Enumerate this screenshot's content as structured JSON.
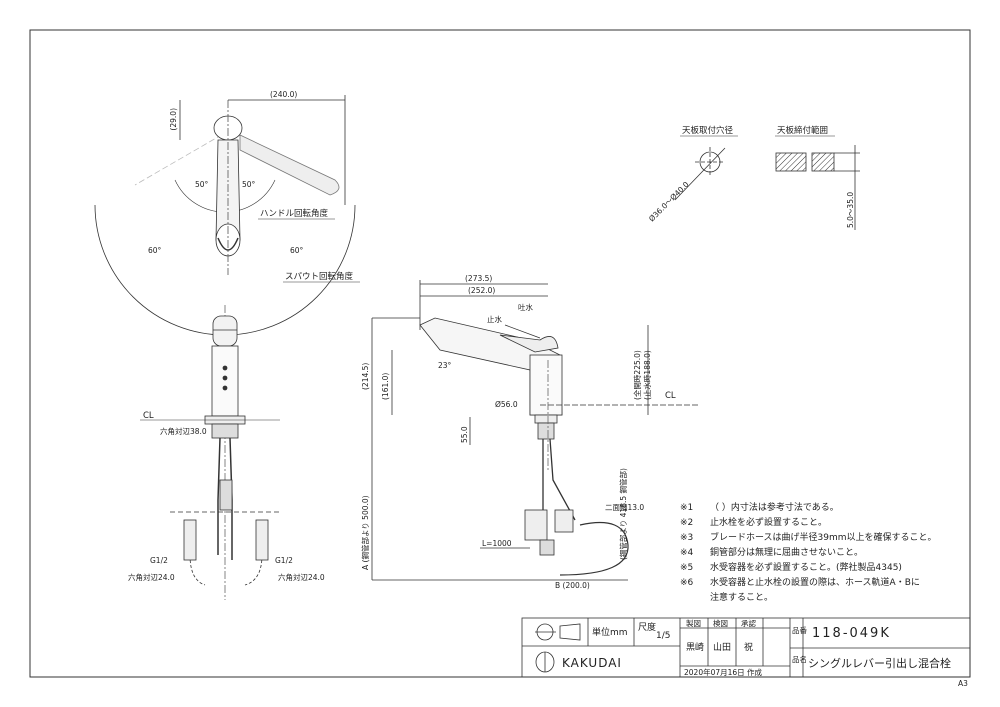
{
  "top_view": {
    "dim_width": "(240.0)",
    "dim_height": "(29.0)",
    "angle_handle_left": "50°",
    "angle_handle_right": "50°",
    "angle_spout_left": "60°",
    "angle_spout_right": "60°",
    "label_handle": "ハンドル回転角度",
    "label_spout": "スパウト回転角度"
  },
  "mount_hole": {
    "title": "天板取付穴径",
    "dim": "Ø36.0～Ø40.0"
  },
  "mount_range": {
    "title": "天板締付範囲",
    "dim": "5.0～35.0"
  },
  "front_view": {
    "cl": "CL",
    "hex_top": "六角対辺38.0",
    "g_left": "G1/2",
    "g_right": "G1/2",
    "hex_left": "六角対辺24.0",
    "hex_right": "六角対辺24.0"
  },
  "side_view": {
    "dim_273": "(273.5)",
    "dim_252": "(252.0)",
    "dim_2145": "(214.5)",
    "dim_161": "(161.0)",
    "angle_23": "23°",
    "dim_dia56": "Ø56.0",
    "dim_55": "55.0",
    "dim_500": "A (鋼管部より 500.0)",
    "dim_4185": "(鋼管部より 418.5 鋼管部)",
    "dim_hose": "L=1000",
    "dim_200": "B (200.0)",
    "dim_13": "二面幅13.0",
    "label_stop": "止水",
    "label_spout": "吐水",
    "dim_total": "(全開時225.0)",
    "dim_stop": "(止水時188.0)",
    "cl": "CL"
  },
  "notes": [
    {
      "mark": "※1",
      "text": "（ ）内寸法は参考寸法である。"
    },
    {
      "mark": "※2",
      "text": "止水栓を必ず設置すること。"
    },
    {
      "mark": "※3",
      "text": "ブレードホースは曲げ半径39mm以上を確保すること。"
    },
    {
      "mark": "※4",
      "text": "銅管部分は無理に屈曲させないこと。"
    },
    {
      "mark": "※5",
      "text": "水受容器を必ず設置すること。(弊社製品4345)"
    },
    {
      "mark": "※6",
      "text": "水受容器と止水栓の設置の際は、ホース軌道A・Bに"
    },
    {
      "mark": "",
      "text": "注意すること。"
    }
  ],
  "title_block": {
    "unit": "単位mm",
    "scale_label": "尺度",
    "scale": "1/5",
    "h_drawn": "製図",
    "h_checked": "検図",
    "h_approved": "承認",
    "drawn": "黒崎",
    "checked": "山田",
    "approved": "祝",
    "part_no_label": "品番",
    "part_no": "118-049K",
    "name_label": "品名",
    "name": "シングルレバー引出し混合栓",
    "date": "2020年07月16日 作成",
    "brand": "KAKUDAI",
    "sheet_size": "A3"
  }
}
